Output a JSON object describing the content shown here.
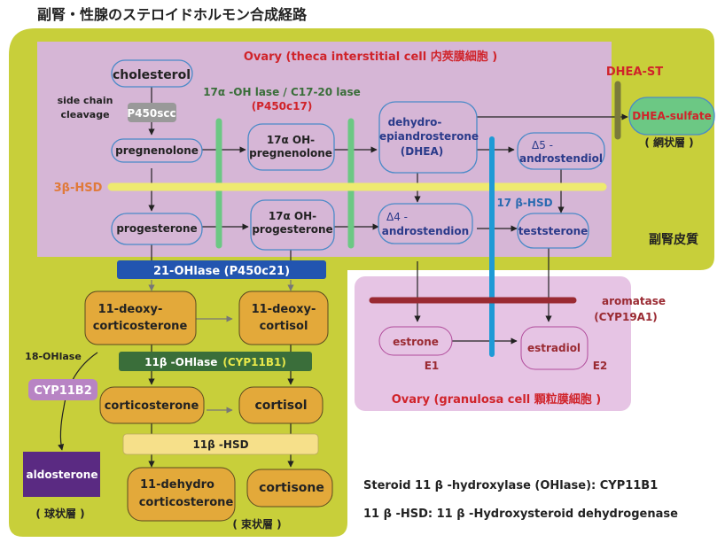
{
  "title": "副腎・性腺のステロイドホルモン合成経路",
  "regions": {
    "theca": "Ovary (theca interstitial cell  内莢膜細胞 )",
    "granulosa": "Ovary (granulosa cell  顆粒膜細胞 )",
    "adrenal_cortex": "副腎皮質",
    "zona_reticularis": "( 網状層 )",
    "zona_glomerulosa": "( 球状層 )",
    "zona_fasciculata": "( 束状層 )"
  },
  "enzymes": {
    "side_chain_1": "side chain",
    "side_chain_2": "cleavage",
    "p450scc": "P450scc",
    "cyp17_line1": "17α -OH lase / C17-20 lase",
    "cyp17_line2": "(P450c17)",
    "hsd3b": "3β-HSD",
    "hsd17b": "17 β-HSD",
    "dhea_st": "DHEA-ST",
    "cyp21": "21-OHlase (P450c21)",
    "cyp11b1_prefix": "11β -OHlase",
    "cyp11b1_name": "(CYP11B1)",
    "hsd11b": "11β -HSD",
    "oh18": "18-OHlase",
    "cyp11b2": "CYP11B2",
    "aromatase_1": "aromatase",
    "aromatase_2": "(CYP19A1)"
  },
  "nodes": {
    "cholesterol": "cholesterol",
    "pregnenolone": "pregnenolone",
    "oh17_preg_1": "17α OH-",
    "oh17_preg_2": "pregnenolone",
    "dhea_1": "dehydro-",
    "dhea_2": "epiandrosterone",
    "dhea_3": "(DHEA)",
    "dhea_sulfate": "DHEA-sulfate",
    "androstenediol_1": "Δ5 -",
    "androstenediol_2": "androstendiol",
    "progesterone": "progesterone",
    "oh17_prog_1": "17α OH-",
    "oh17_prog_2": "progesterone",
    "androstenedione_1": "Δ4 -",
    "androstenedione_2": "androstendion",
    "testosterone": "teststerone",
    "deoxycorticosterone_1": "11-deoxy-",
    "deoxycorticosterone_2": "corticosterone",
    "deoxycortisol_1": "11-deoxy-",
    "deoxycortisol_2": "cortisol",
    "corticosterone": "corticosterone",
    "cortisol": "cortisol",
    "dehydrocorticosterone_1": "11-dehydro",
    "dehydrocorticosterone_2": "corticosterone",
    "cortisone": "cortisone",
    "aldosterone": "aldosterone",
    "estrone": "estrone",
    "estrone_tag": "E1",
    "estradiol": "estradiol",
    "estradiol_tag": "E2"
  },
  "notes": {
    "line1": "Steroid 11 β -hydroxylase (OHlase): CYP11B1",
    "line2": "11 β -HSD: 11 β -Hydroxysteroid dehydrogenase"
  },
  "colors": {
    "olive": "#c8cf3a",
    "lavender": "#d6b6d6",
    "pink_light": "#e8c8e6",
    "node_border_blue": "#4a8ac8",
    "node_text_blue": "#2a3a8a",
    "orange_node": "#e3a93a",
    "green_bar": "#6cc884",
    "yellow_bar": "#eeea70",
    "blue_bar": "#1e9ad6",
    "red_bar": "#9a2a32",
    "title_red": "#d0232a",
    "cyp21_blue": "#2255b0",
    "cyp11b1_green": "#3a6e3a",
    "hsd11_yellow": "#f6e08a",
    "cyp11b2_purple": "#b884c4",
    "aldosterone_purple": "#5a2a82",
    "dhea_st_bar": "#7a7a3a",
    "dhea_sulfate_fill": "#6cc884"
  }
}
